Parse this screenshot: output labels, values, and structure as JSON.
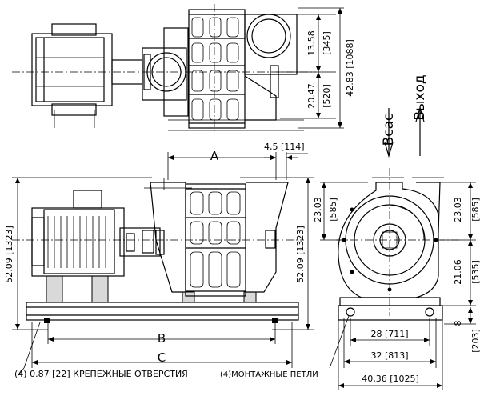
{
  "labels": {
    "a": "A",
    "b": "B",
    "c": "C",
    "dim_4_5": "4,5 [114]",
    "dim_13_58": "13.58",
    "dim_345": "[345]",
    "dim_20_47": "20.47",
    "dim_520": "[520]",
    "dim_42_83": "42.83 [1088]",
    "dim_52_09_left": "52.09 [1323]",
    "dim_52_09_mid": "52.09 [1323]",
    "dim_23_03_left": "23.03",
    "dim_585_left": "[585]",
    "dim_23_03_right": "23.03",
    "dim_585_right": "[585]",
    "dim_21_06": "21.06",
    "dim_535": "[535]",
    "dim_8": "8",
    "dim_203": "[203]",
    "dim_28": "28 [711]",
    "dim_32": "32 [813]",
    "dim_40_36": "40,36 [1025]",
    "inlet": "Всас",
    "outlet": "Выход",
    "note_holes": "(4) 0.87 [22] КРЕПЕЖНЫЕ ОТВЕРСТИЯ",
    "note_lugs": "(4)МОНТАЖНЫЕ ПЕТЛИ"
  }
}
